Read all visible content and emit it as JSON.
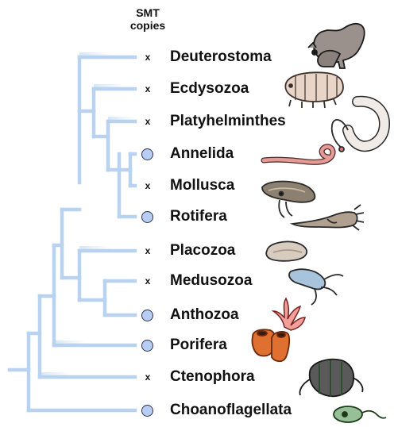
{
  "header": {
    "line1": "SMT",
    "line2": "copies"
  },
  "colors": {
    "branch": "#b8d2f0",
    "dot_fill": "#b7cdf3",
    "dot_stroke": "#2a3550"
  },
  "taxa": [
    {
      "name": "Deuterostoma",
      "smt": "x",
      "icon": "squirrel-icon"
    },
    {
      "name": "Ecdysozoa",
      "smt": "x",
      "icon": "tardigrade-icon"
    },
    {
      "name": "Platyhelminthes",
      "smt": "x",
      "icon": "flatworm-icon"
    },
    {
      "name": "Annelida",
      "smt": "dot",
      "icon": "earthworm-icon"
    },
    {
      "name": "Mollusca",
      "smt": "x",
      "icon": "cuttlefish-icon"
    },
    {
      "name": "Rotifera",
      "smt": "dot",
      "icon": "rotifer-icon"
    },
    {
      "name": "Placozoa",
      "smt": "x",
      "icon": "placozoan-icon"
    },
    {
      "name": "Medusozoa",
      "smt": "x",
      "icon": "jellyfish-icon"
    },
    {
      "name": "Anthozoa",
      "smt": "dot",
      "icon": "coral-icon"
    },
    {
      "name": "Porifera",
      "smt": "dot",
      "icon": "sponge-icon"
    },
    {
      "name": "Ctenophora",
      "smt": "x",
      "icon": "comb-jelly-icon"
    },
    {
      "name": "Choanoflagellata",
      "smt": "dot",
      "icon": "choanoflagellate-icon"
    }
  ]
}
